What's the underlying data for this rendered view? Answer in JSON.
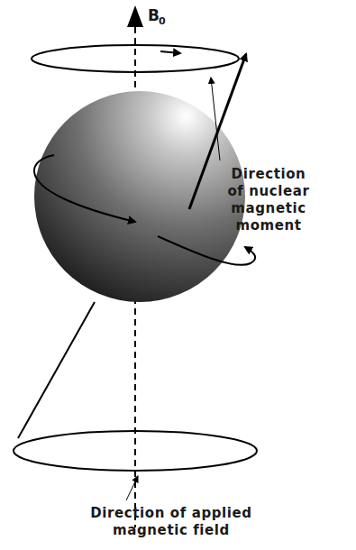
{
  "diagram": {
    "labels": [
      "B",
      "0",
      "Direction of nuclear magnetic moment",
      "Direction of applied magnetic field"
    ]
  }
}
